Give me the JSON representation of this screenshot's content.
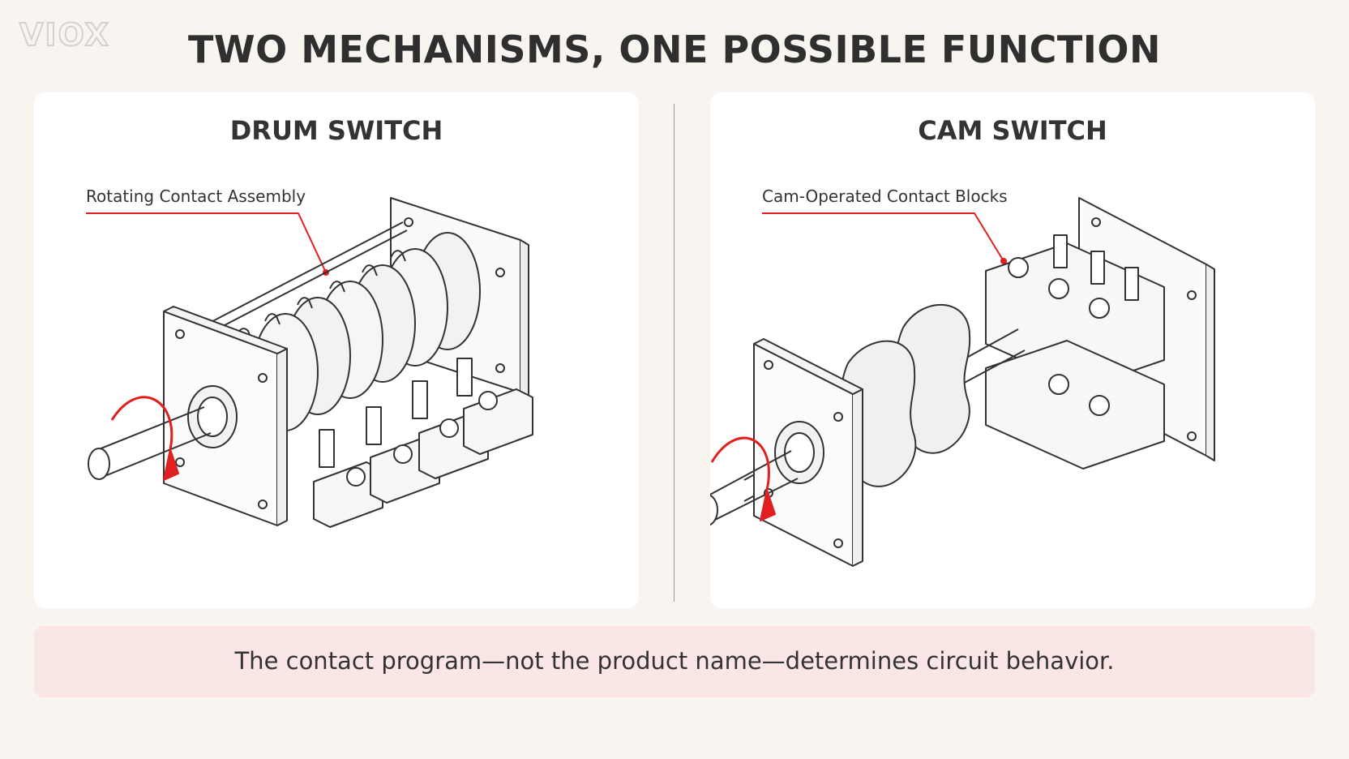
{
  "brand": {
    "logo_text": "VIOX"
  },
  "title": "TWO MECHANISMS, ONE POSSIBLE FUNCTION",
  "panels": {
    "drum": {
      "title": "DRUM SWITCH",
      "callout": "Rotating Contact Assembly"
    },
    "cam": {
      "title": "CAM SWITCH",
      "callout": "Cam-Operated Contact Blocks"
    }
  },
  "footer": {
    "text": "The contact program—not the product name—determines circuit behavior."
  },
  "colors": {
    "accent": "#e02020",
    "footer_bg": "#fbe6e6",
    "line": "#333333"
  }
}
